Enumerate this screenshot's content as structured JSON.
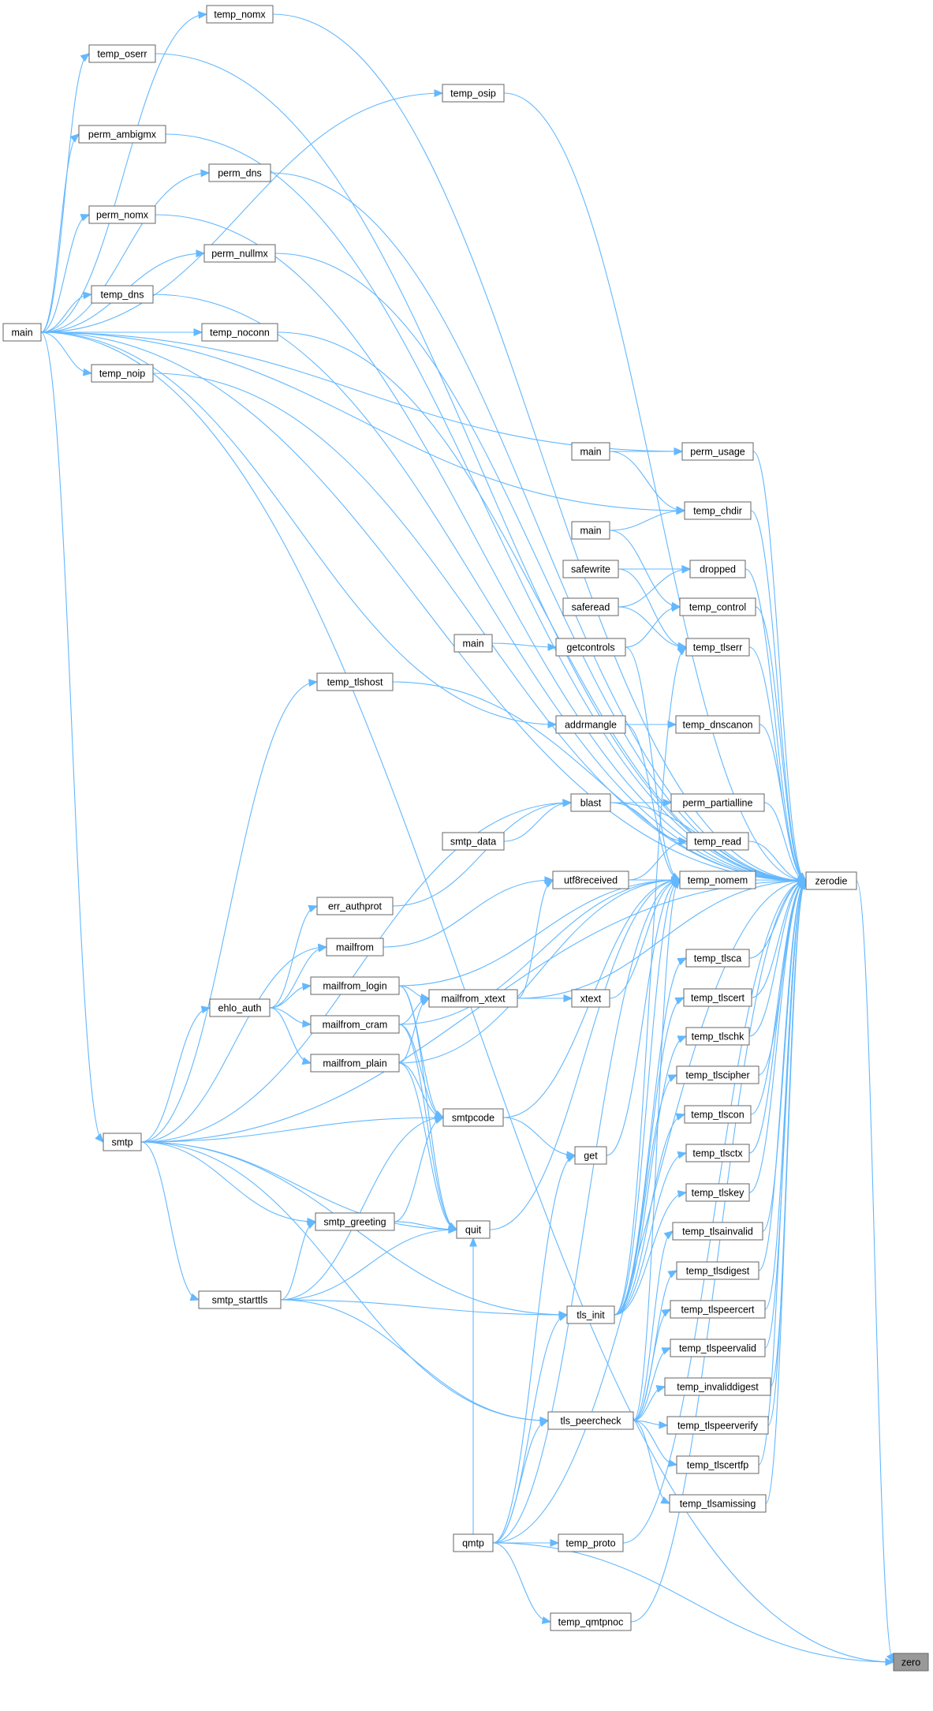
{
  "nodes": [
    {
      "id": "zero",
      "label": "zero"
    },
    {
      "id": "zerodie",
      "label": "zerodie"
    },
    {
      "id": "temp_nomx",
      "label": "temp_nomx"
    },
    {
      "id": "temp_oserr",
      "label": "temp_oserr"
    },
    {
      "id": "temp_osip",
      "label": "temp_osip"
    },
    {
      "id": "perm_ambigmx",
      "label": "perm_ambigmx"
    },
    {
      "id": "perm_dns",
      "label": "perm_dns"
    },
    {
      "id": "perm_nomx",
      "label": "perm_nomx"
    },
    {
      "id": "perm_nullmx",
      "label": "perm_nullmx"
    },
    {
      "id": "temp_dns",
      "label": "temp_dns"
    },
    {
      "id": "main_a",
      "label": "main"
    },
    {
      "id": "temp_noconn",
      "label": "temp_noconn"
    },
    {
      "id": "temp_noip",
      "label": "temp_noip"
    },
    {
      "id": "main_b",
      "label": "main"
    },
    {
      "id": "perm_usage",
      "label": "perm_usage"
    },
    {
      "id": "temp_chdir",
      "label": "temp_chdir"
    },
    {
      "id": "main_c",
      "label": "main"
    },
    {
      "id": "safewrite",
      "label": "safewrite"
    },
    {
      "id": "dropped",
      "label": "dropped"
    },
    {
      "id": "saferead",
      "label": "saferead"
    },
    {
      "id": "temp_control",
      "label": "temp_control"
    },
    {
      "id": "main_d",
      "label": "main"
    },
    {
      "id": "getcontrols",
      "label": "getcontrols"
    },
    {
      "id": "temp_tlserr",
      "label": "temp_tlserr"
    },
    {
      "id": "temp_tlshost",
      "label": "temp_tlshost"
    },
    {
      "id": "addrmangle",
      "label": "addrmangle"
    },
    {
      "id": "temp_dnscanon",
      "label": "temp_dnscanon"
    },
    {
      "id": "blast",
      "label": "blast"
    },
    {
      "id": "perm_partialline",
      "label": "perm_partialline"
    },
    {
      "id": "smtp_data",
      "label": "smtp_data"
    },
    {
      "id": "temp_read",
      "label": "temp_read"
    },
    {
      "id": "utf8received",
      "label": "utf8received"
    },
    {
      "id": "temp_nomem",
      "label": "temp_nomem"
    },
    {
      "id": "err_authprot",
      "label": "err_authprot"
    },
    {
      "id": "mailfrom",
      "label": "mailfrom"
    },
    {
      "id": "temp_tlsca",
      "label": "temp_tlsca"
    },
    {
      "id": "mailfrom_login",
      "label": "mailfrom_login"
    },
    {
      "id": "mailfrom_xtext",
      "label": "mailfrom_xtext"
    },
    {
      "id": "xtext",
      "label": "xtext"
    },
    {
      "id": "ehlo_auth",
      "label": "ehlo_auth"
    },
    {
      "id": "temp_tlscert",
      "label": "temp_tlscert"
    },
    {
      "id": "mailfrom_cram",
      "label": "mailfrom_cram"
    },
    {
      "id": "temp_tlschk",
      "label": "temp_tlschk"
    },
    {
      "id": "mailfrom_plain",
      "label": "mailfrom_plain"
    },
    {
      "id": "temp_tlscipher",
      "label": "temp_tlscipher"
    },
    {
      "id": "smtpcode",
      "label": "smtpcode"
    },
    {
      "id": "temp_tlscon",
      "label": "temp_tlscon"
    },
    {
      "id": "smtp",
      "label": "smtp"
    },
    {
      "id": "get",
      "label": "get"
    },
    {
      "id": "temp_tlsctx",
      "label": "temp_tlsctx"
    },
    {
      "id": "temp_tlskey",
      "label": "temp_tlskey"
    },
    {
      "id": "smtp_greeting",
      "label": "smtp_greeting"
    },
    {
      "id": "quit",
      "label": "quit"
    },
    {
      "id": "temp_tlsainvalid",
      "label": "temp_tlsainvalid"
    },
    {
      "id": "temp_tlsdigest",
      "label": "temp_tlsdigest"
    },
    {
      "id": "smtp_starttls",
      "label": "smtp_starttls"
    },
    {
      "id": "tls_init",
      "label": "tls_init"
    },
    {
      "id": "temp_tlspeercert",
      "label": "temp_tlspeercert"
    },
    {
      "id": "temp_tlspeervalid",
      "label": "temp_tlspeervalid"
    },
    {
      "id": "temp_invaliddigest",
      "label": "temp_invaliddigest"
    },
    {
      "id": "tls_peercheck",
      "label": "tls_peercheck"
    },
    {
      "id": "temp_tlspeerverify",
      "label": "temp_tlspeerverify"
    },
    {
      "id": "temp_tlscertfp",
      "label": "temp_tlscertfp"
    },
    {
      "id": "temp_tlsamissing",
      "label": "temp_tlsamissing"
    },
    {
      "id": "qmtp",
      "label": "qmtp"
    },
    {
      "id": "temp_proto",
      "label": "temp_proto"
    },
    {
      "id": "temp_qmtpnoc",
      "label": "temp_qmtpnoc"
    }
  ],
  "edges": [
    [
      "zerodie",
      "zero"
    ],
    [
      "main_a",
      "zero"
    ],
    [
      "qmtp",
      "zero"
    ],
    [
      "temp_nomx",
      "zerodie"
    ],
    [
      "temp_oserr",
      "zerodie"
    ],
    [
      "temp_osip",
      "zerodie"
    ],
    [
      "perm_ambigmx",
      "zerodie"
    ],
    [
      "perm_dns",
      "zerodie"
    ],
    [
      "perm_nomx",
      "zerodie"
    ],
    [
      "perm_nullmx",
      "zerodie"
    ],
    [
      "temp_dns",
      "zerodie"
    ],
    [
      "temp_noconn",
      "zerodie"
    ],
    [
      "temp_noip",
      "zerodie"
    ],
    [
      "perm_usage",
      "zerodie"
    ],
    [
      "temp_chdir",
      "zerodie"
    ],
    [
      "dropped",
      "zerodie"
    ],
    [
      "temp_control",
      "zerodie"
    ],
    [
      "temp_tlserr",
      "zerodie"
    ],
    [
      "temp_tlshost",
      "zerodie"
    ],
    [
      "temp_dnscanon",
      "zerodie"
    ],
    [
      "blast",
      "zerodie"
    ],
    [
      "perm_partialline",
      "zerodie"
    ],
    [
      "temp_read",
      "zerodie"
    ],
    [
      "temp_nomem",
      "zerodie"
    ],
    [
      "main_a",
      "zerodie"
    ],
    [
      "mailfrom_xtext",
      "zerodie"
    ],
    [
      "smtp",
      "zerodie"
    ],
    [
      "temp_tlsca",
      "zerodie"
    ],
    [
      "temp_tlscert",
      "zerodie"
    ],
    [
      "temp_tlschk",
      "zerodie"
    ],
    [
      "temp_tlscipher",
      "zerodie"
    ],
    [
      "temp_tlscon",
      "zerodie"
    ],
    [
      "temp_tlsctx",
      "zerodie"
    ],
    [
      "temp_tlskey",
      "zerodie"
    ],
    [
      "temp_tlsainvalid",
      "zerodie"
    ],
    [
      "temp_tlsdigest",
      "zerodie"
    ],
    [
      "temp_tlspeercert",
      "zerodie"
    ],
    [
      "temp_tlspeervalid",
      "zerodie"
    ],
    [
      "temp_invaliddigest",
      "zerodie"
    ],
    [
      "temp_tlspeerverify",
      "zerodie"
    ],
    [
      "temp_tlscertfp",
      "zerodie"
    ],
    [
      "temp_tlsamissing",
      "zerodie"
    ],
    [
      "temp_proto",
      "zerodie"
    ],
    [
      "temp_qmtpnoc",
      "zerodie"
    ],
    [
      "qmtp",
      "zerodie"
    ],
    [
      "main_a",
      "temp_nomx"
    ],
    [
      "main_a",
      "temp_oserr"
    ],
    [
      "main_a",
      "temp_osip"
    ],
    [
      "main_a",
      "perm_ambigmx"
    ],
    [
      "main_a",
      "perm_dns"
    ],
    [
      "main_a",
      "perm_nomx"
    ],
    [
      "main_a",
      "perm_nullmx"
    ],
    [
      "main_a",
      "temp_dns"
    ],
    [
      "main_a",
      "temp_noconn"
    ],
    [
      "main_a",
      "temp_noip"
    ],
    [
      "main_a",
      "perm_usage"
    ],
    [
      "main_a",
      "temp_chdir"
    ],
    [
      "main_a",
      "addrmangle"
    ],
    [
      "main_a",
      "smtp"
    ],
    [
      "main_b",
      "perm_usage"
    ],
    [
      "main_b",
      "temp_chdir"
    ],
    [
      "main_c",
      "temp_chdir"
    ],
    [
      "main_c",
      "temp_control"
    ],
    [
      "safewrite",
      "dropped"
    ],
    [
      "safewrite",
      "temp_tlserr"
    ],
    [
      "saferead",
      "dropped"
    ],
    [
      "saferead",
      "temp_tlserr"
    ],
    [
      "main_d",
      "getcontrols"
    ],
    [
      "getcontrols",
      "temp_control"
    ],
    [
      "getcontrols",
      "temp_nomem"
    ],
    [
      "addrmangle",
      "temp_dnscanon"
    ],
    [
      "addrmangle",
      "temp_nomem"
    ],
    [
      "blast",
      "perm_partialline"
    ],
    [
      "blast",
      "temp_read"
    ],
    [
      "smtp_data",
      "blast"
    ],
    [
      "utf8received",
      "temp_nomem"
    ],
    [
      "utf8received",
      "temp_read"
    ],
    [
      "mailfrom",
      "utf8received"
    ],
    [
      "mailfrom_xtext",
      "utf8received"
    ],
    [
      "mailfrom_xtext",
      "xtext"
    ],
    [
      "xtext",
      "temp_nomem"
    ],
    [
      "mailfrom_login",
      "mailfrom_xtext"
    ],
    [
      "mailfrom_cram",
      "mailfrom_xtext"
    ],
    [
      "mailfrom_plain",
      "mailfrom_xtext"
    ],
    [
      "mailfrom_login",
      "temp_nomem"
    ],
    [
      "mailfrom_cram",
      "temp_nomem"
    ],
    [
      "mailfrom_plain",
      "temp_nomem"
    ],
    [
      "mailfrom_login",
      "smtpcode"
    ],
    [
      "mailfrom_cram",
      "smtpcode"
    ],
    [
      "mailfrom_plain",
      "smtpcode"
    ],
    [
      "mailfrom_login",
      "quit"
    ],
    [
      "mailfrom_cram",
      "quit"
    ],
    [
      "mailfrom_plain",
      "quit"
    ],
    [
      "ehlo_auth",
      "err_authprot"
    ],
    [
      "ehlo_auth",
      "mailfrom"
    ],
    [
      "ehlo_auth",
      "mailfrom_login"
    ],
    [
      "ehlo_auth",
      "mailfrom_cram"
    ],
    [
      "ehlo_auth",
      "mailfrom_plain"
    ],
    [
      "err_authprot",
      "blast"
    ],
    [
      "smtp",
      "blast"
    ],
    [
      "smtp",
      "temp_tlshost"
    ],
    [
      "smtp",
      "mailfrom"
    ],
    [
      "smtp",
      "ehlo_auth"
    ],
    [
      "smtp",
      "smtpcode"
    ],
    [
      "smtp",
      "smtp_greeting"
    ],
    [
      "smtp",
      "quit"
    ],
    [
      "smtp",
      "smtp_starttls"
    ],
    [
      "smtp",
      "tls_init"
    ],
    [
      "smtp",
      "tls_peercheck"
    ],
    [
      "smtpcode",
      "get"
    ],
    [
      "smtpcode",
      "temp_nomem"
    ],
    [
      "get",
      "temp_nomem"
    ],
    [
      "smtp_greeting",
      "smtpcode"
    ],
    [
      "smtp_greeting",
      "quit"
    ],
    [
      "smtp_starttls",
      "smtpcode"
    ],
    [
      "smtp_starttls",
      "smtp_greeting"
    ],
    [
      "smtp_starttls",
      "quit"
    ],
    [
      "smtp_starttls",
      "tls_init"
    ],
    [
      "smtp_starttls",
      "tls_peercheck"
    ],
    [
      "quit",
      "temp_nomem"
    ],
    [
      "tls_init",
      "temp_tlserr"
    ],
    [
      "tls_init",
      "temp_nomem"
    ],
    [
      "tls_init",
      "temp_tlsca"
    ],
    [
      "tls_init",
      "temp_tlscert"
    ],
    [
      "tls_init",
      "temp_tlschk"
    ],
    [
      "tls_init",
      "temp_tlscipher"
    ],
    [
      "tls_init",
      "temp_tlscon"
    ],
    [
      "tls_init",
      "temp_tlsctx"
    ],
    [
      "tls_init",
      "temp_tlskey"
    ],
    [
      "tls_peercheck",
      "temp_tlsainvalid"
    ],
    [
      "tls_peercheck",
      "temp_tlsdigest"
    ],
    [
      "tls_peercheck",
      "temp_tlspeercert"
    ],
    [
      "tls_peercheck",
      "temp_tlspeervalid"
    ],
    [
      "tls_peercheck",
      "temp_invaliddigest"
    ],
    [
      "tls_peercheck",
      "temp_tlspeerverify"
    ],
    [
      "tls_peercheck",
      "temp_tlscertfp"
    ],
    [
      "tls_peercheck",
      "temp_tlsamissing"
    ],
    [
      "tls_peercheck",
      "temp_nomem"
    ],
    [
      "qmtp",
      "get"
    ],
    [
      "qmtp",
      "quit"
    ],
    [
      "qmtp",
      "tls_init"
    ],
    [
      "qmtp",
      "tls_peercheck"
    ],
    [
      "qmtp",
      "temp_proto"
    ],
    [
      "qmtp",
      "temp_qmtpnoc"
    ],
    [
      "qmtp",
      "temp_nomem"
    ]
  ]
}
